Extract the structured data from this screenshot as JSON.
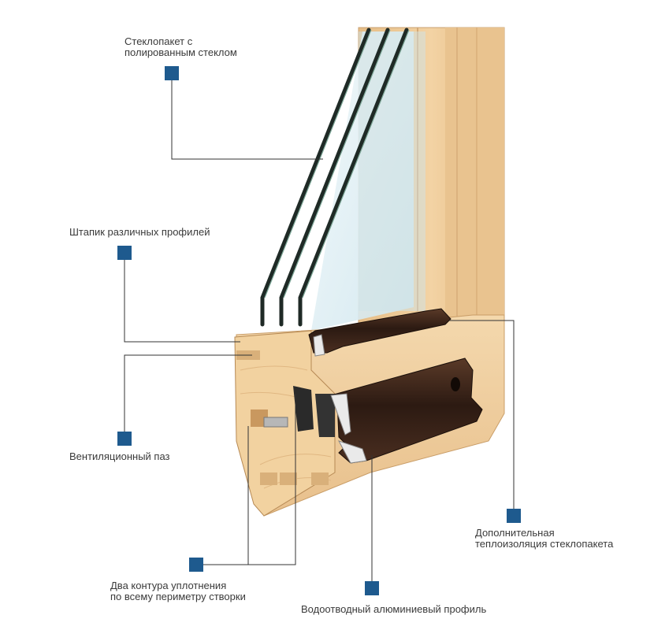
{
  "callouts": [
    {
      "id": "glass-unit",
      "lines": [
        "Стеклопакет с",
        "полированным стеклом"
      ]
    },
    {
      "id": "glazing-bead",
      "lines": [
        "Штапик различных профилей"
      ]
    },
    {
      "id": "ventilation-groove",
      "lines": [
        "Вентиляционный паз"
      ]
    },
    {
      "id": "seal-contours",
      "lines": [
        "Два контура уплотнения",
        "по всему периметру створки"
      ]
    },
    {
      "id": "drip-profile",
      "lines": [
        "Водоотводный алюминиевый профиль"
      ]
    },
    {
      "id": "extra-insulation",
      "lines": [
        "Дополнительная",
        "теплоизоляция стеклопакета"
      ]
    }
  ],
  "colors": {
    "marker": "#1e5a8e",
    "leader_line": "#333333",
    "wood": "#ecc89a",
    "aluminium": "#3b261b",
    "glass": "#d8ecf2"
  }
}
